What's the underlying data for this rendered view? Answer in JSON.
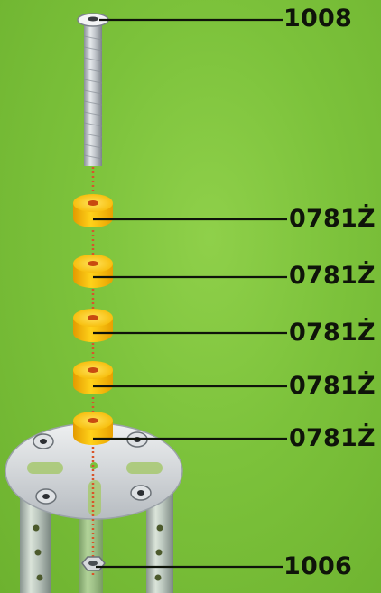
{
  "callouts": {
    "bolt": "1008",
    "spacer_1": "0781Ż",
    "spacer_2": "0781Ż",
    "spacer_3": "0781Ż",
    "spacer_4": "0781Ż",
    "spacer_5": "0781Ż",
    "nut": "1006"
  },
  "colors": {
    "background": "#7cc23b",
    "spacer": "#f6b800",
    "leader_line": "#0f140a",
    "assembly_axis": "#d9542a"
  }
}
